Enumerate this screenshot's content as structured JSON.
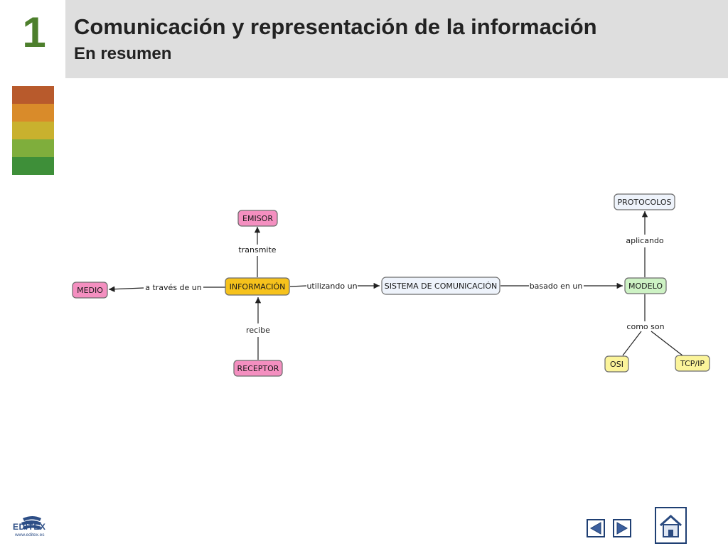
{
  "header": {
    "chapter_number": "1",
    "title": "Comunicación y representación de la información",
    "subtitle": "En resumen"
  },
  "concept_map": {
    "nodes": {
      "emisor": "EMISOR",
      "medio": "MEDIO",
      "informacion": "INFORMACIÓN",
      "receptor": "RECEPTOR",
      "sistema": "SISTEMA DE COMUNICACIÓN",
      "modelo": "MODELO",
      "protocolos": "PROTOCOLOS",
      "osi": "OSI",
      "tcpip": "TCP/IP"
    },
    "links": {
      "transmite": "transmite",
      "a_traves": "a través de un",
      "utilizando": "utilizando un",
      "recibe": "recibe",
      "basado": "basado en un",
      "aplicando": "aplicando",
      "como_son": "como son"
    },
    "colors": {
      "pink": "#f48fc0",
      "yellow": "#f6c21c",
      "light_blue": "#eef3fb",
      "light_green": "#cdf2c4",
      "light_yellow": "#fbf49a"
    }
  },
  "footer": {
    "logo_text": "EDITEX",
    "logo_url": "www.editex.es",
    "prev_icon": "left-triangle-icon",
    "next_icon": "right-triangle-icon",
    "home_icon": "home-icon"
  }
}
